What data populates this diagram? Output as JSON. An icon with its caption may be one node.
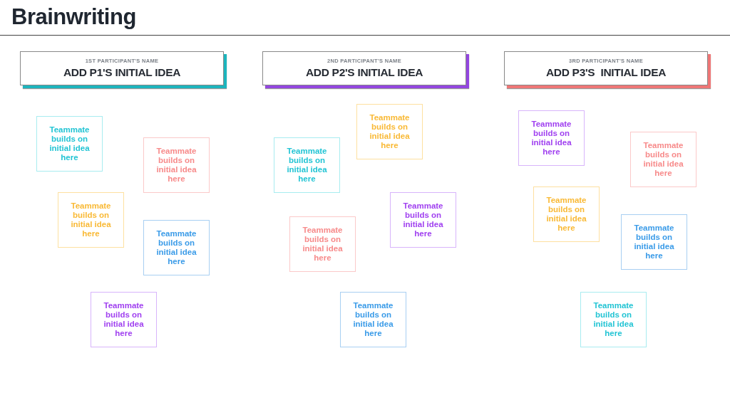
{
  "diagram": {
    "title": "Brainwriting",
    "nodes": [
      {
        "text": [
          "1ST PARTICIPANT'S NAME",
          "ADD P1'S INITIAL IDEA"
        ]
      },
      {
        "text": [
          "2ND PARTICIPANT'S NAME",
          "ADD P2'S INITIAL IDEA"
        ]
      },
      {
        "text": [
          "3RD PARTICIPANT'S NAME",
          "ADD P3'S  INITIAL IDEA"
        ]
      },
      {
        "text": [
          "Teammate builds on initial idea here"
        ]
      },
      {
        "text": [
          "Teammate builds on initial idea here"
        ]
      },
      {
        "text": [
          "Teammate builds on initial idea here"
        ]
      },
      {
        "text": [
          "Teammate builds on initial idea here"
        ]
      },
      {
        "text": [
          "Teammate builds on initial idea here"
        ]
      },
      {
        "text": [
          "Teammate builds on initial idea here"
        ]
      },
      {
        "text": [
          "Teammate builds on initial idea here"
        ]
      },
      {
        "text": [
          "Teammate builds on initial idea here"
        ]
      },
      {
        "text": [
          "Teammate builds on initial idea here"
        ]
      },
      {
        "text": [
          "Teammate builds on initial idea here"
        ]
      },
      {
        "text": [
          "Teammate builds on initial idea here"
        ]
      },
      {
        "text": [
          "Teammate builds on initial idea here"
        ]
      },
      {
        "text": [
          "Teammate builds on initial idea here"
        ]
      },
      {
        "text": [
          "Teammate builds on initial idea here"
        ]
      },
      {
        "text": [
          "Teammate builds on initial idea here"
        ]
      }
    ]
  }
}
